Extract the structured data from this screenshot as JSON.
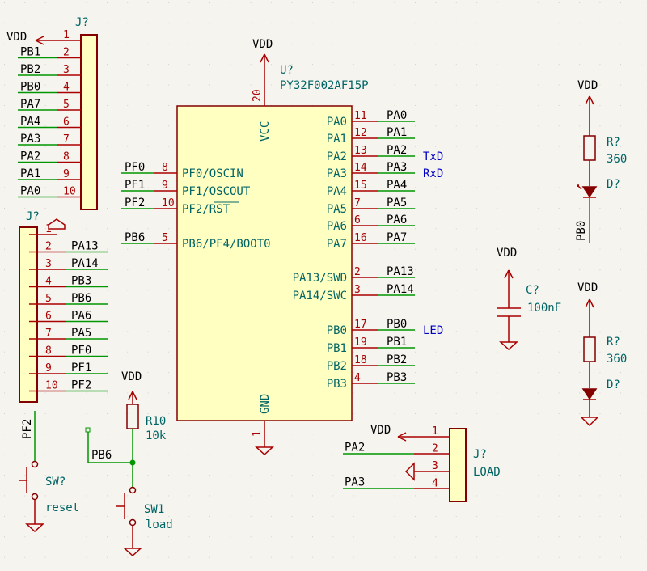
{
  "conn_top": {
    "ref": "J?",
    "vdd_label": "VDD",
    "pins": [
      {
        "num": "1",
        "net": ""
      },
      {
        "num": "2",
        "net": "PB1"
      },
      {
        "num": "3",
        "net": "PB2"
      },
      {
        "num": "4",
        "net": "PB0"
      },
      {
        "num": "5",
        "net": "PA7"
      },
      {
        "num": "6",
        "net": "PA4"
      },
      {
        "num": "7",
        "net": "PA3"
      },
      {
        "num": "8",
        "net": "PA2"
      },
      {
        "num": "9",
        "net": "PA1"
      },
      {
        "num": "10",
        "net": "PA0"
      }
    ]
  },
  "conn_bottom": {
    "ref": "J?",
    "pins": [
      {
        "num": "1",
        "net": ""
      },
      {
        "num": "2",
        "net": "PA13"
      },
      {
        "num": "3",
        "net": "PA14"
      },
      {
        "num": "4",
        "net": "PB3"
      },
      {
        "num": "5",
        "net": "PB6"
      },
      {
        "num": "6",
        "net": "PA6"
      },
      {
        "num": "7",
        "net": "PA5"
      },
      {
        "num": "8",
        "net": "PF0"
      },
      {
        "num": "9",
        "net": "PF1"
      },
      {
        "num": "10",
        "net": "PF2"
      }
    ]
  },
  "mcu": {
    "ref": "U?",
    "value": "PY32F002AF15P",
    "vdd_label": "VDD",
    "vcc_pin": {
      "name": "VCC",
      "num": "20"
    },
    "gnd_pin": {
      "name": "GND",
      "num": "1"
    },
    "left_pins": [
      {
        "name": "PF0/OSCIN",
        "num": "8",
        "net": "PF0"
      },
      {
        "name": "PF1/OSCOUT",
        "num": "9",
        "net": "PF1"
      },
      {
        "name": "PF2/RST",
        "num": "10",
        "net": "PF2"
      },
      {
        "name": "PB6/PF4/BOOT0",
        "num": "5",
        "net": "PB6"
      }
    ],
    "right_pins": [
      {
        "name": "PA0",
        "num": "11",
        "net": "PA0",
        "note": ""
      },
      {
        "name": "PA1",
        "num": "12",
        "net": "PA1",
        "note": ""
      },
      {
        "name": "PA2",
        "num": "13",
        "net": "PA2",
        "note": "TxD"
      },
      {
        "name": "PA3",
        "num": "14",
        "net": "PA3",
        "note": "RxD"
      },
      {
        "name": "PA4",
        "num": "15",
        "net": "PA4",
        "note": ""
      },
      {
        "name": "PA5",
        "num": "7",
        "net": "PA5",
        "note": ""
      },
      {
        "name": "PA6",
        "num": "6",
        "net": "PA6",
        "note": ""
      },
      {
        "name": "PA7",
        "num": "16",
        "net": "PA7",
        "note": ""
      },
      {
        "name": "PA13/SWD",
        "num": "2",
        "net": "PA13",
        "note": ""
      },
      {
        "name": "PA14/SWC",
        "num": "3",
        "net": "PA14",
        "note": ""
      },
      {
        "name": "PB0",
        "num": "17",
        "net": "PB0",
        "note": "LED"
      },
      {
        "name": "PB1",
        "num": "19",
        "net": "PB1",
        "note": ""
      },
      {
        "name": "PB2",
        "num": "18",
        "net": "PB2",
        "note": ""
      },
      {
        "name": "PB3",
        "num": "4",
        "net": "PB3",
        "note": ""
      }
    ]
  },
  "led1": {
    "vdd_label": "VDD",
    "r_ref": "R?",
    "r_value": "360",
    "d_ref": "D?",
    "net": "PB0"
  },
  "led2": {
    "vdd_label": "VDD",
    "r_ref": "R?",
    "r_value": "360",
    "d_ref": "D?"
  },
  "cap": {
    "vdd_label": "VDD",
    "ref": "C?",
    "value": "100nF"
  },
  "reset_sw": {
    "net": "PF2",
    "ref": "SW?",
    "value": "reset"
  },
  "load_sw": {
    "vdd_label": "VDD",
    "r_ref": "R10",
    "r_value": "10k",
    "net": "PB6",
    "sw_ref": "SW1",
    "sw_value": "load"
  },
  "conn_load": {
    "ref": "J?",
    "value": "LOAD",
    "vdd_label": "VDD",
    "pins": [
      {
        "num": "1",
        "net": ""
      },
      {
        "num": "2",
        "net": "PA2"
      },
      {
        "num": "3",
        "net": ""
      },
      {
        "num": "4",
        "net": "PA3"
      }
    ]
  },
  "colors": {
    "background": "#f5f4ef",
    "wire": "#009600",
    "symbol": "#840000",
    "pin": "#a90000",
    "body_fill": "#ffffc2",
    "ref_text": "#006464",
    "note_text": "#0000c4"
  }
}
